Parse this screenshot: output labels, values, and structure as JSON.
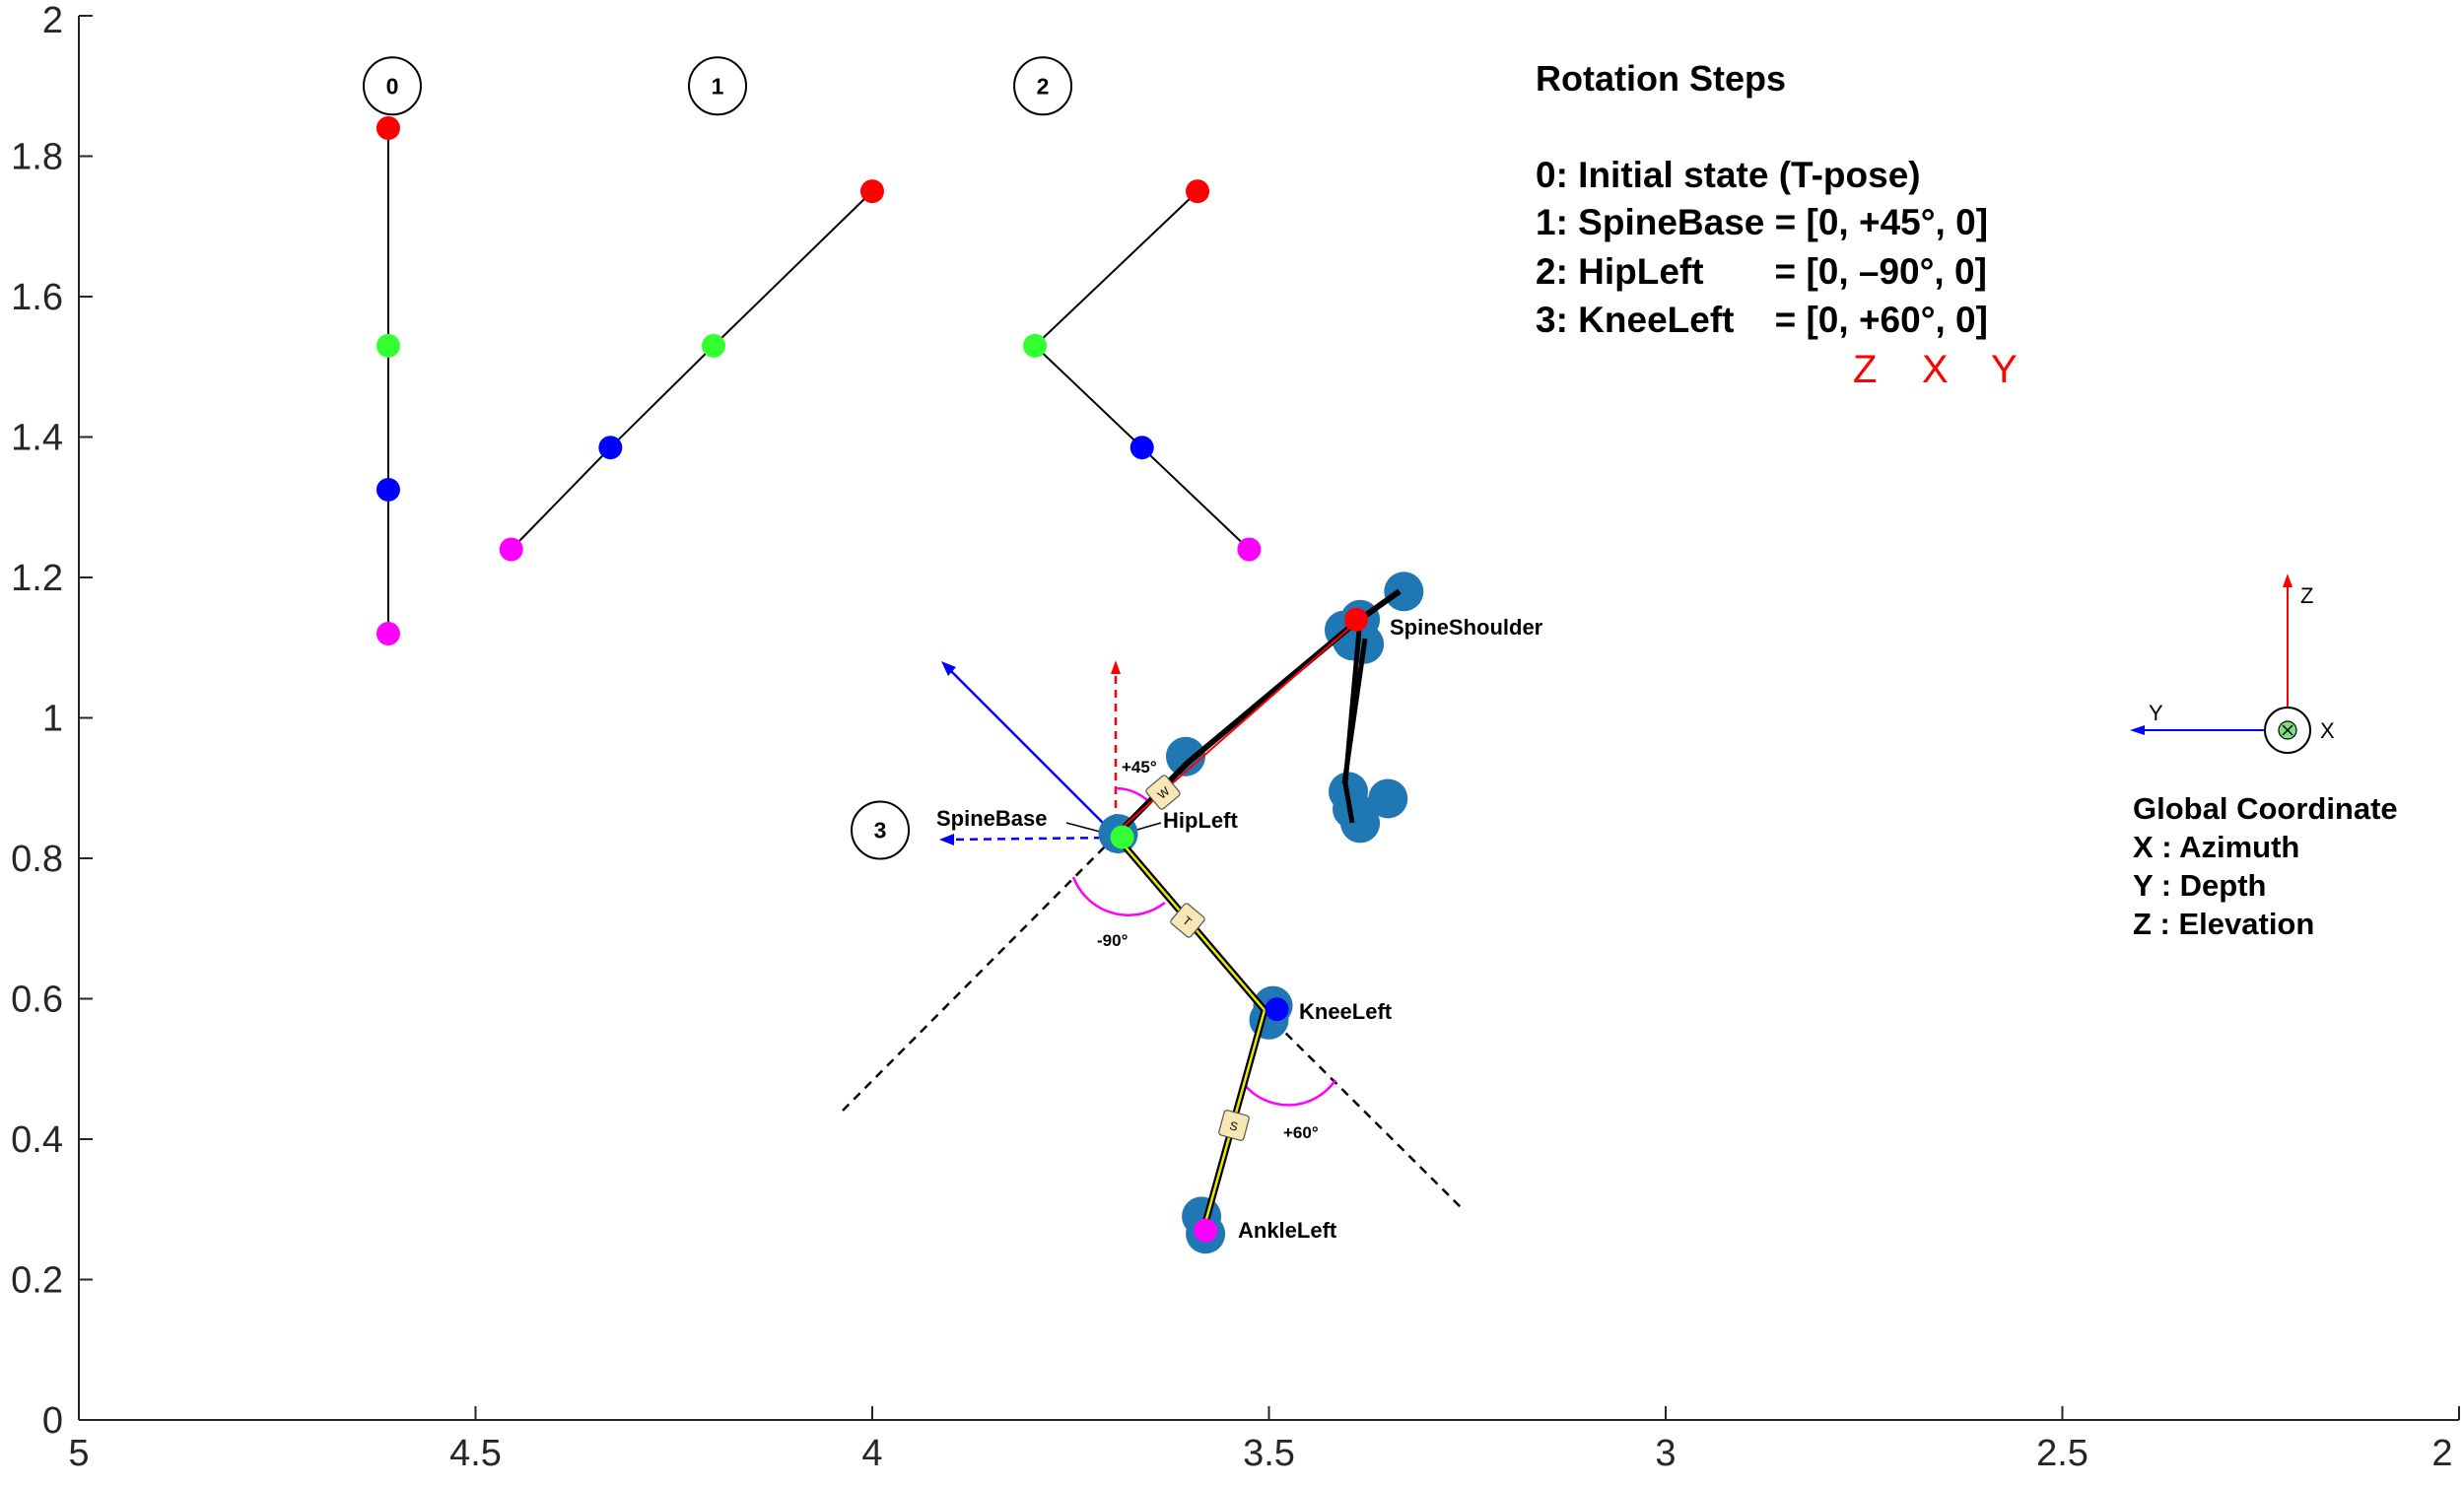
{
  "chart_data": {
    "type": "scatter",
    "xlim": [
      5,
      2
    ],
    "ylim": [
      0,
      2
    ],
    "x_ticks": [
      {
        "value": 5,
        "label": "5"
      },
      {
        "value": 4.5,
        "label": "4.5"
      },
      {
        "value": 4,
        "label": "4"
      },
      {
        "value": 3.5,
        "label": "3.5"
      },
      {
        "value": 3,
        "label": "3"
      },
      {
        "value": 2.5,
        "label": "2.5"
      },
      {
        "value": 2,
        "label": "2"
      }
    ],
    "y_ticks": [
      {
        "value": 0,
        "label": "0"
      },
      {
        "value": 0.2,
        "label": "0.2"
      },
      {
        "value": 0.4,
        "label": "0.4"
      },
      {
        "value": 0.6,
        "label": "0.6"
      },
      {
        "value": 0.8,
        "label": "0.8"
      },
      {
        "value": 1,
        "label": "1"
      },
      {
        "value": 1.2,
        "label": "1.2"
      },
      {
        "value": 1.4,
        "label": "1.4"
      },
      {
        "value": 1.6,
        "label": "1.6"
      },
      {
        "value": 1.8,
        "label": "1.8"
      },
      {
        "value": 2,
        "label": "2"
      }
    ],
    "grid": false,
    "joint_colors": {
      "spine_shoulder": "#ff0000",
      "spine_base": "#33ff33",
      "knee_left": "#0000ff",
      "ankle_left": "#ff00ff",
      "body_blob": "#1f77b4"
    },
    "step_chains": [
      {
        "step": "0",
        "points": [
          [
            4.61,
            1.84
          ],
          [
            4.61,
            1.53
          ],
          [
            4.61,
            1.325
          ],
          [
            4.61,
            1.12
          ]
        ]
      },
      {
        "step": "1",
        "points": [
          [
            4.0,
            1.75
          ],
          [
            4.2,
            1.53
          ],
          [
            4.33,
            1.385
          ],
          [
            4.455,
            1.24
          ]
        ]
      },
      {
        "step": "2",
        "points": [
          [
            3.59,
            1.75
          ],
          [
            3.795,
            1.53
          ],
          [
            3.66,
            1.385
          ],
          [
            3.525,
            1.24
          ]
        ]
      }
    ],
    "step_markers": [
      {
        "label": "0",
        "x": 4.605,
        "y": 1.9
      },
      {
        "label": "1",
        "x": 4.195,
        "y": 1.9
      },
      {
        "label": "2",
        "x": 3.785,
        "y": 1.9
      },
      {
        "label": "3",
        "x": 3.99,
        "y": 0.84
      }
    ],
    "skeleton": {
      "joints": [
        {
          "name": "SpineShoulder",
          "x": 3.39,
          "y": 1.14,
          "color": "#ff0000"
        },
        {
          "name": "HipLeft",
          "x": 3.685,
          "y": 0.83,
          "color": "#33ff33"
        },
        {
          "name": "KneeLeft",
          "x": 3.49,
          "y": 0.585,
          "color": "#0000ff"
        },
        {
          "name": "AnkleLeft",
          "x": 3.58,
          "y": 0.27,
          "color": "#ff00ff"
        }
      ],
      "spine_base_label": "SpineBase",
      "blobs": [
        [
          3.33,
          1.18
        ],
        [
          3.385,
          1.14
        ],
        [
          3.405,
          1.125
        ],
        [
          3.395,
          1.11
        ],
        [
          3.38,
          1.105
        ],
        [
          3.605,
          0.945
        ],
        [
          3.69,
          0.835
        ],
        [
          3.495,
          0.59
        ],
        [
          3.5,
          0.57
        ],
        [
          3.4,
          0.895
        ],
        [
          3.35,
          0.885
        ],
        [
          3.395,
          0.87
        ],
        [
          3.385,
          0.85
        ],
        [
          3.585,
          0.29
        ],
        [
          3.58,
          0.265
        ]
      ],
      "segment_tags": [
        "W",
        "T",
        "S"
      ],
      "angle_labels": {
        "hip_up": "+45°",
        "hip_down": "-90°",
        "knee": "+60°"
      }
    },
    "notes": {
      "title": "Rotation Steps",
      "lines": [
        "0: Initial state (T-pose)",
        "1: SpineBase = [0, +45°, 0]",
        "2: HipLeft       = [0, –90°, 0]",
        "3: KneeLeft    = [0, +60°, 0]"
      ],
      "axis_order": [
        "Z",
        "X",
        "Y"
      ]
    },
    "global_axes": {
      "z_label": "Z",
      "y_label": "Y",
      "x_label": "X",
      "title": "Global Coordinate",
      "lines": [
        "X : Azimuth",
        "Y : Depth",
        "Z : Elevation"
      ]
    }
  }
}
